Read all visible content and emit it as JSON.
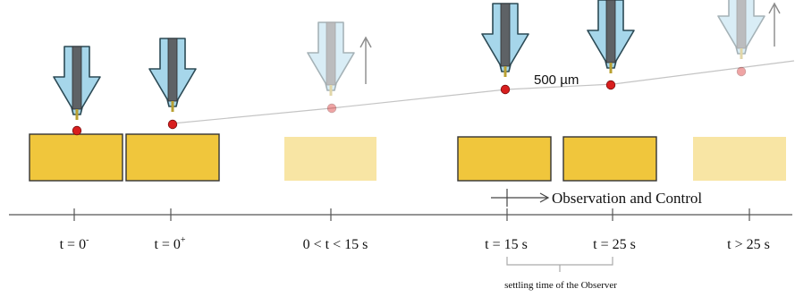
{
  "frames": [
    {
      "label": "t = 0",
      "sup": "-",
      "state": "contact"
    },
    {
      "label": "t = 0",
      "sup": "+",
      "state": "contact"
    },
    {
      "label": "0 < t < 15 s",
      "sup": "",
      "state": "retracting"
    },
    {
      "label": "t = 15 s",
      "sup": "",
      "state": "active"
    },
    {
      "label": "t = 25 s",
      "sup": "",
      "state": "active"
    },
    {
      "label": "t > 25 s",
      "sup": "",
      "state": "retracting"
    }
  ],
  "distance_label": "500 µm",
  "observation_label": "Observation and Control",
  "settling_label": "settling time of the Observer",
  "colors": {
    "nozzle_fill": "#a6d6ea",
    "nozzle_stroke": "#2c4a55",
    "needle": "#5e6266",
    "droplet": "#d81e1e",
    "block": "#f0c63c",
    "block_stroke": "#333333",
    "faded_block": "#f8e5a4",
    "axis": "#555555"
  }
}
